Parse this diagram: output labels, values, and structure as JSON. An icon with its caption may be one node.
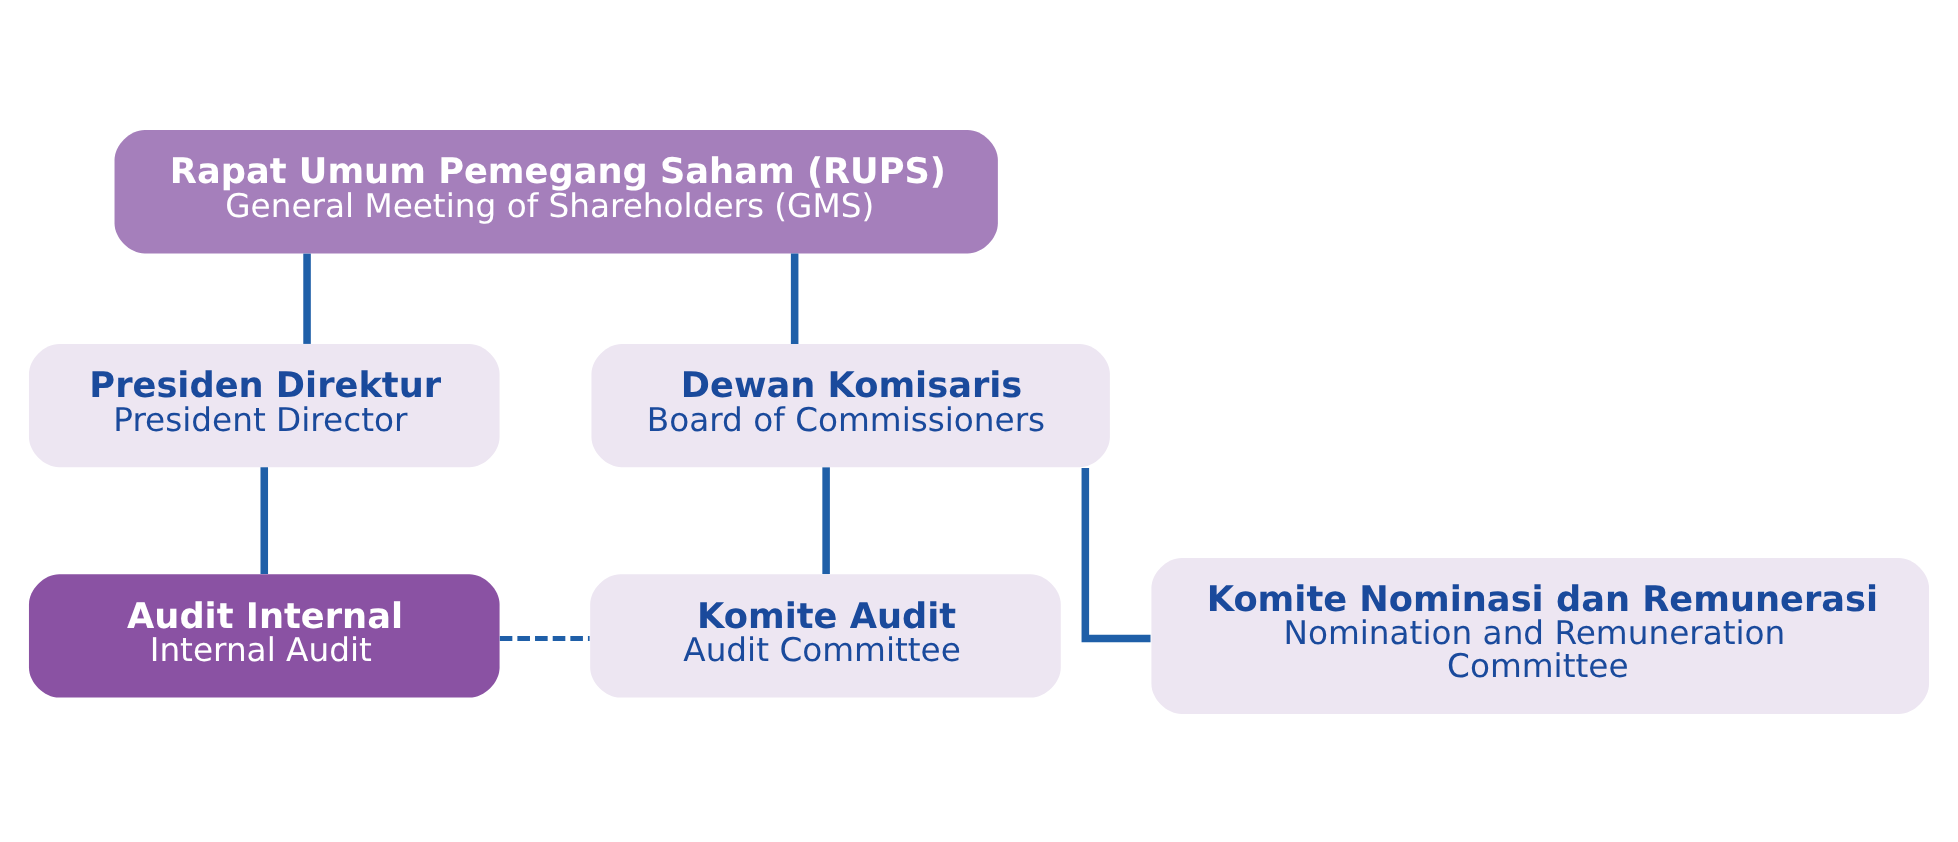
{
  "diagram": {
    "nodes": [
      {
        "text": [
          "Rapat Umum Pemegang Saham (RUPS)",
          "General Meeting of Shareholders (GMS)"
        ]
      },
      {
        "text": [
          "Presiden Direktur",
          "President Director"
        ]
      },
      {
        "text": [
          "Dewan Komisaris",
          "Board of Commissioners"
        ]
      },
      {
        "text": [
          "Audit Internal",
          "Internal Audit"
        ]
      },
      {
        "text": [
          "Komite Audit",
          "Audit Committee"
        ]
      },
      {
        "text": [
          "Komite Nominasi dan Remunerasi",
          "Nomination and Remuneration Committee"
        ]
      }
    ],
    "edges": [
      {
        "from": 0,
        "to": 1,
        "arrow": "none"
      },
      {
        "from": 0,
        "to": 2,
        "arrow": "none"
      },
      {
        "from": 1,
        "to": 3,
        "arrow": "none"
      },
      {
        "from": 2,
        "to": 4,
        "arrow": "none"
      },
      {
        "from": 2,
        "to": 5,
        "arrow": "none"
      },
      {
        "from": 3,
        "to": 4,
        "arrow": "none",
        "style": "dashed"
      }
    ]
  }
}
